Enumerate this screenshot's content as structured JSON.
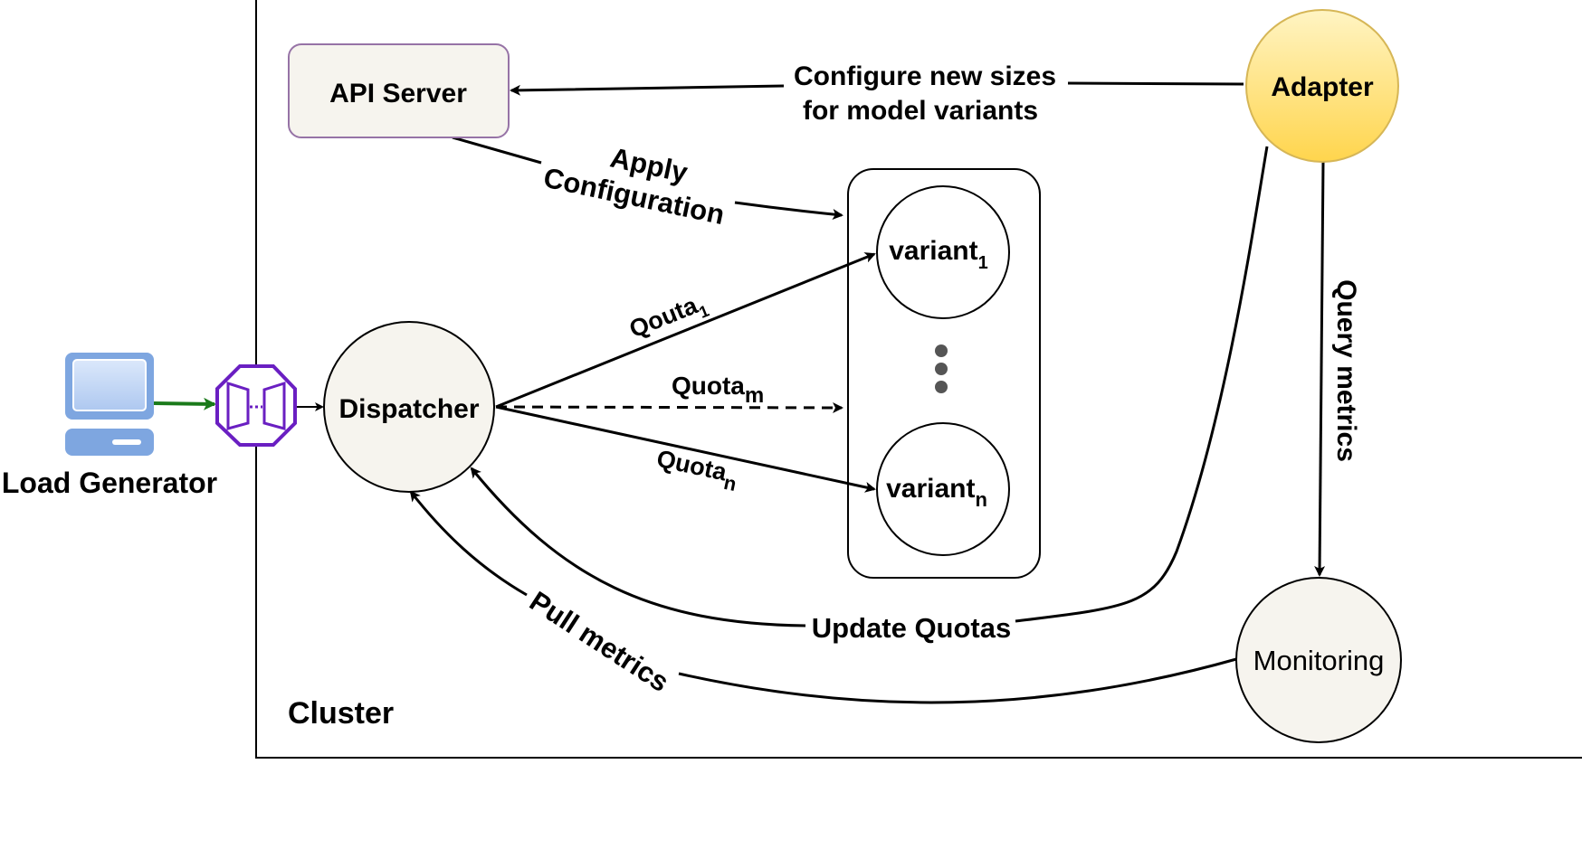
{
  "diagram": {
    "cluster_label": "Cluster",
    "nodes": {
      "api_server": "API Server",
      "adapter": "Adapter",
      "dispatcher": "Dispatcher",
      "variant_1": {
        "base": "variant",
        "sub": "1"
      },
      "variant_n": {
        "base": "variant",
        "sub": "n"
      },
      "monitoring": "Monitoring",
      "load_generator": "Load Generator"
    },
    "edges": {
      "configure_line1": "Configure new sizes",
      "configure_line2": "for model variants",
      "apply_line1": "Apply",
      "apply_line2": "Configuration",
      "quota_1": {
        "base": "Qouta",
        "sub": "1"
      },
      "quota_m": {
        "base": "Quota",
        "sub": "m"
      },
      "quota_n": {
        "base": "Quota",
        "sub": "n"
      },
      "update_quotas": "Update Quotas",
      "pull_metrics": "Pull metrics",
      "query_metrics": "Query metrics"
    },
    "colors": {
      "api_server_fill": "#f6f4ee",
      "api_server_stroke": "#9673a6",
      "adapter_fill": "#ffd966",
      "adapter_stroke": "#d6b656",
      "node_fill": "#f6f4ee",
      "gateway": "#6a1fc2",
      "computer": "#7ea6e0",
      "load_arrow": "#1a7a1a"
    }
  }
}
